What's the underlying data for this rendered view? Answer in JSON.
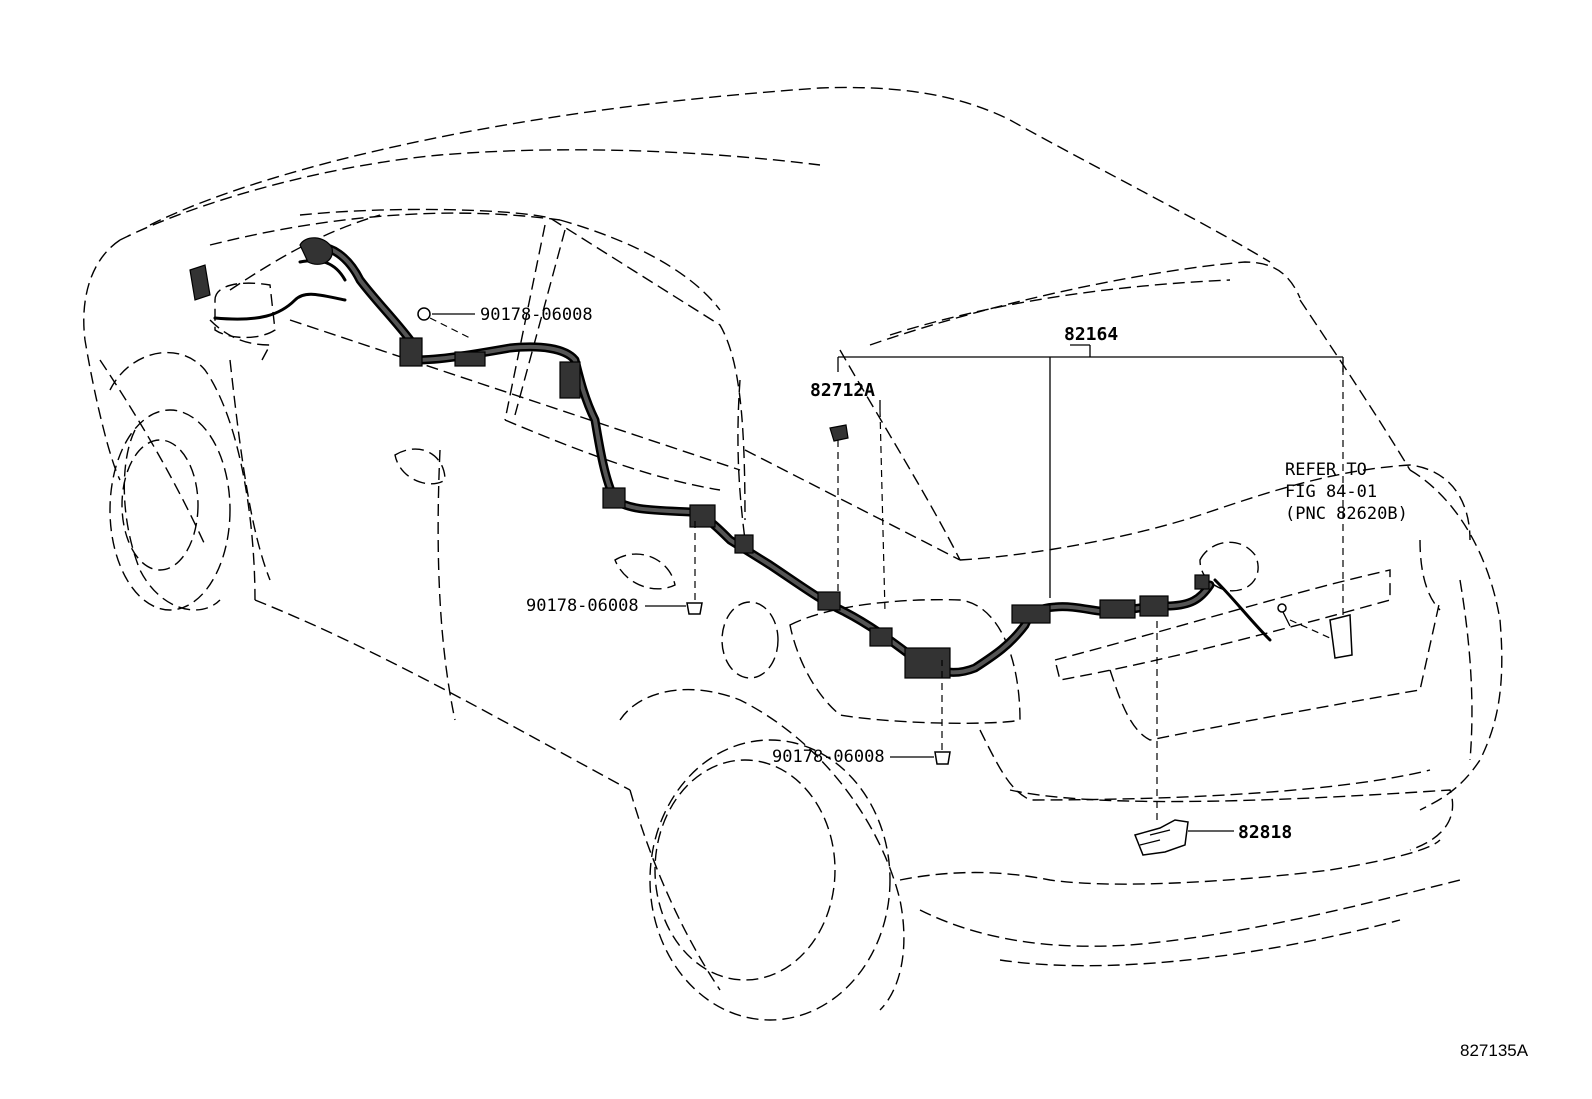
{
  "diagram": {
    "figure_number": "827135A",
    "labels": {
      "harness_main": "82164",
      "clamp_a": "82712A",
      "bolt_top": "90178-06008",
      "bolt_mid": "90178-06008",
      "bolt_low": "90178-06008",
      "bracket": "82818",
      "refer_line1": "REFER TO",
      "refer_line2": "FIG 84-01",
      "refer_line3": "(PNC 82620B)"
    }
  }
}
